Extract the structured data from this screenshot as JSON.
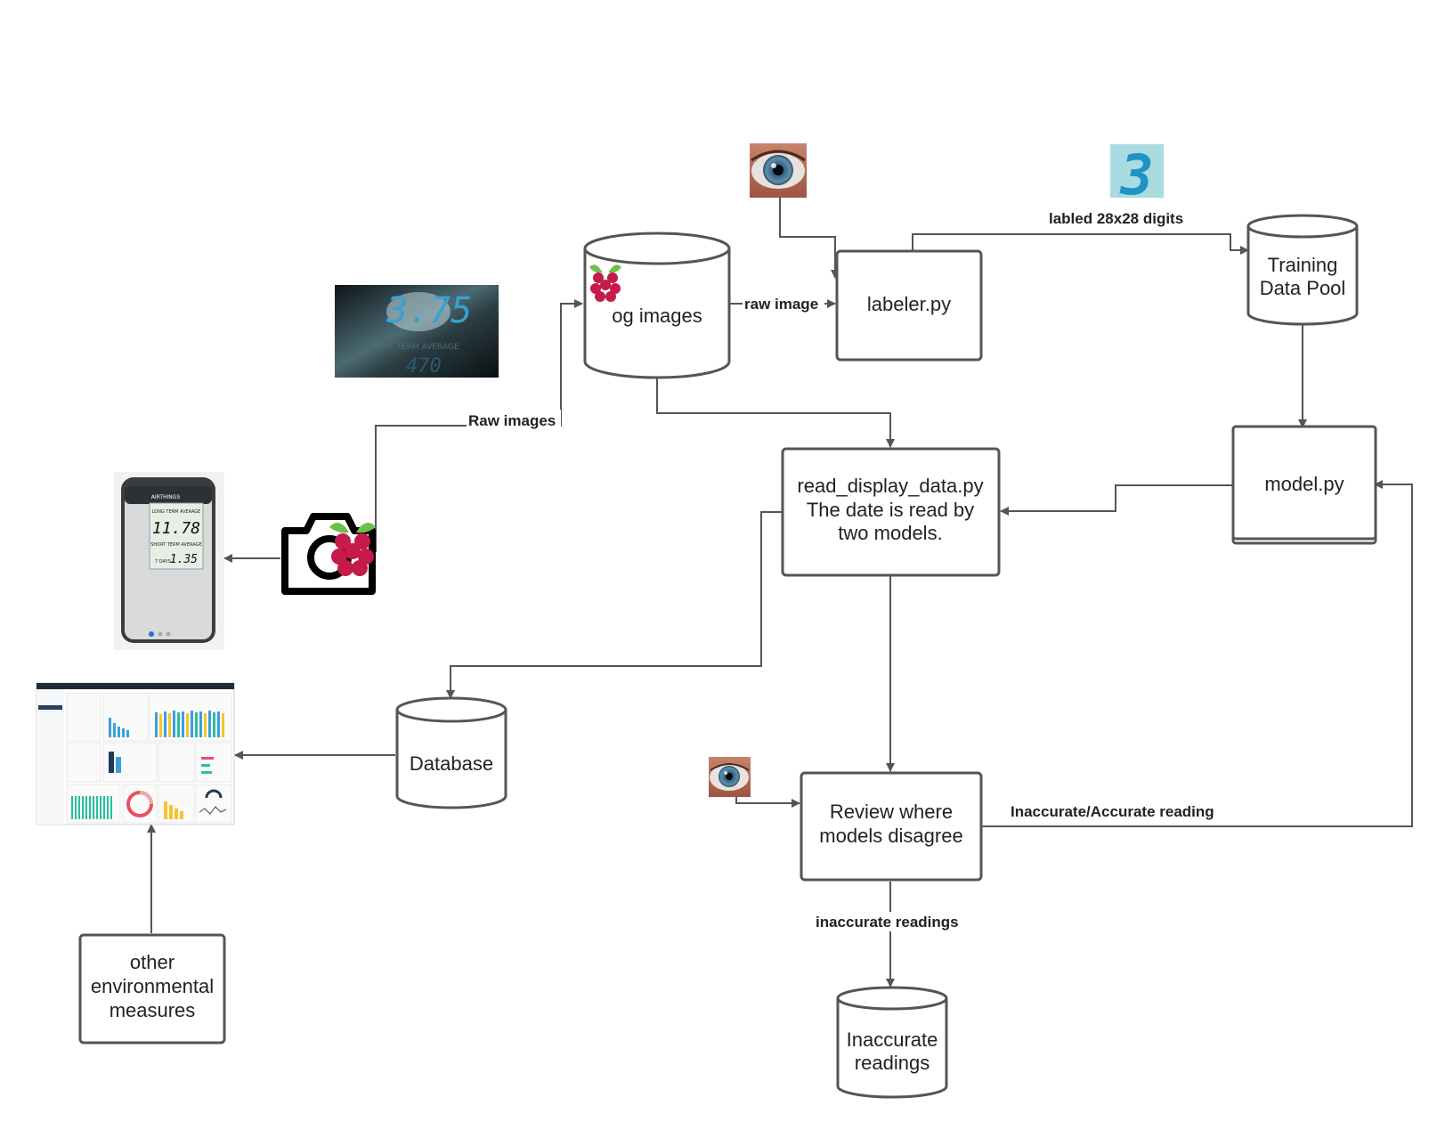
{
  "nodes": {
    "og_images": "og images",
    "labeler": "labeler.py",
    "training_pool": [
      "Training",
      "Data Pool"
    ],
    "model": "model.py",
    "read_display": [
      "read_display_data.py",
      "The date is read by",
      "two models."
    ],
    "database": "Database",
    "review": [
      "Review where",
      "models disagree"
    ],
    "inaccurate": [
      "Inaccurate",
      "readings"
    ],
    "other_env": [
      "other",
      "environmental",
      "measures"
    ]
  },
  "edge_labels": {
    "raw_images": "Raw images",
    "raw_image": "raw image",
    "labeled_digits": "labled 28x28 digits",
    "accuracy_feedback": "Inaccurate/Accurate reading",
    "inaccurate_readings": "inaccurate readings"
  },
  "images": {
    "display_photo": {
      "digits": "3.75",
      "caption": "SHORT TERM AVERAGE",
      "sub": "470"
    },
    "radon_meter": {
      "brand": "AIRTHINGS",
      "long_label": "LONG TERM AVERAGE",
      "long_value": "11.78",
      "short_label": "SHORT TERM AVERAGE",
      "short_value": "1.35",
      "days": "7 DAYS"
    },
    "digit_sample": {
      "digit": "3"
    }
  },
  "icons": [
    "raspberry-pi-icon",
    "camera-icon",
    "eye-icon",
    "dashboard-thumbnail",
    "radon-meter-photo",
    "lcd-display-photo",
    "digit-thumbnail"
  ],
  "colors": {
    "stroke": "#555555",
    "raspberry": "#c51a4a",
    "leaf": "#6cc04a",
    "lcd": "#4fb6d8"
  }
}
